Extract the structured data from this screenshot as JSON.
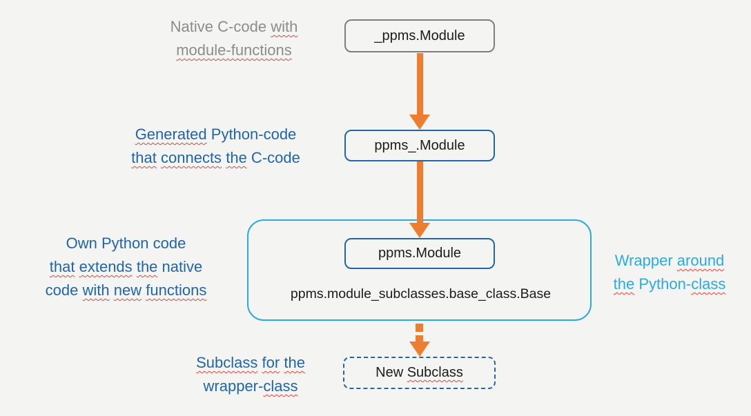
{
  "colors": {
    "background": "#f4f4f3",
    "gray_text": "#8c8c8c",
    "gray_border": "#7d7d7d",
    "blue": "#2065a9",
    "cyan": "#29abe2",
    "orange": "#ed7d31",
    "squiggle": "#e8423a",
    "dark_text": "#1b1b1b"
  },
  "annotations": {
    "native": {
      "line1_plain": "Native C-code ",
      "line1_sq": "with",
      "line2_sq": "module-functions"
    },
    "generated": {
      "l1_sq": "Generated",
      "l1_rest": " Python-code",
      "l2_w1": "that",
      "l2_w2": "connects",
      "l2_w3": "the",
      "l2_rest": " C-code"
    },
    "own": {
      "l1": "Own Python code",
      "l2_w1": "that",
      "l2_w2": "extends",
      "l2_w3": "the",
      "l2_rest": " native",
      "l3_plain": "code ",
      "l3_w1": "with",
      "l3_w2": "new",
      "l3_w3": "functions"
    },
    "wrapper": {
      "l1_plain": "Wrapper ",
      "l1_sq": "around",
      "l2_w1": "the",
      "l2_mid": " Python-",
      "l2_sq": "class"
    },
    "subclass": {
      "l1_w1": "Subclass",
      "l1_w2": "for",
      "l1_w3": "the",
      "l2_plain": "wrapper-",
      "l2_sq": "class"
    }
  },
  "nodes": {
    "native_module": "_ppms.Module",
    "generated_module": "ppms_.Module",
    "wrapper_module": "ppms.Module",
    "base_class": "ppms.module_subclasses.base_class.Base",
    "new_subclass_plain": "New ",
    "new_subclass_sq": "Subclass"
  }
}
